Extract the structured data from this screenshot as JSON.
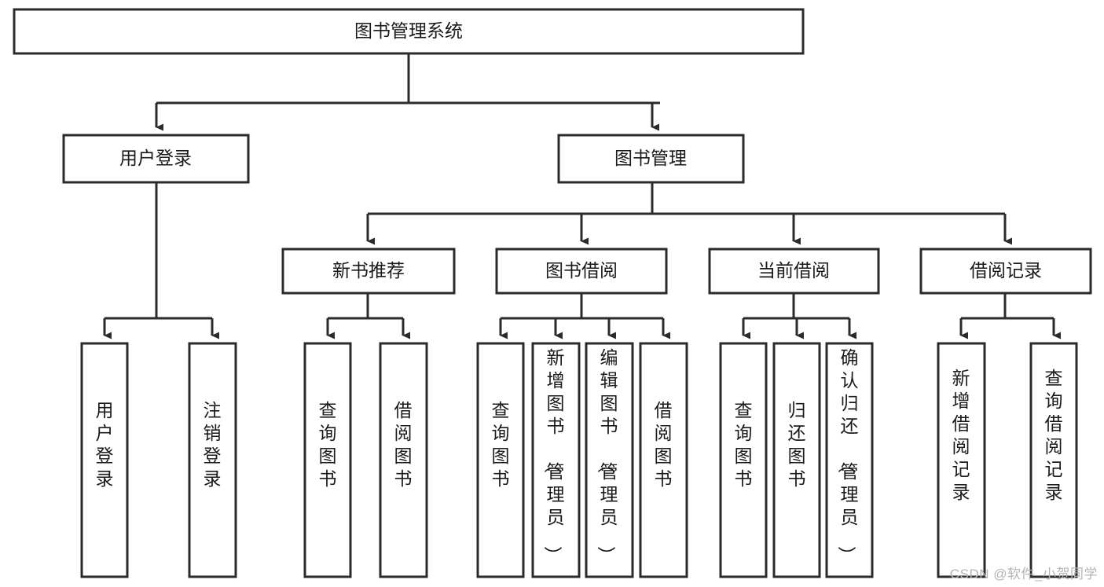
{
  "diagram": {
    "type": "tree-hierarchy",
    "title": "图书管理系统",
    "orientation": "top-down",
    "colors": {
      "box_stroke": "#2b2b2b",
      "box_fill": "#ffffff",
      "connector": "#2b2b2b",
      "text": "#1a1a1a",
      "watermark": "#b4b4b4",
      "background": "#ffffff"
    },
    "levels": {
      "root": {
        "label": "图书管理系统",
        "orientation": "horizontal"
      },
      "level2": [
        {
          "id": "user-login",
          "label": "用户登录",
          "orientation": "horizontal"
        },
        {
          "id": "book-management",
          "label": "图书管理",
          "orientation": "horizontal"
        }
      ],
      "level3": [
        {
          "id": "new-book-recommend",
          "label": "新书推荐",
          "orientation": "horizontal",
          "parent": "book-management"
        },
        {
          "id": "book-borrow",
          "label": "图书借阅",
          "orientation": "horizontal",
          "parent": "book-management"
        },
        {
          "id": "current-borrow",
          "label": "当前借阅",
          "orientation": "horizontal",
          "parent": "book-management"
        },
        {
          "id": "borrow-record",
          "label": "借阅记录",
          "orientation": "horizontal",
          "parent": "book-management"
        }
      ],
      "leaves": [
        {
          "id": "leaf-user-login",
          "label": "用户登录",
          "orientation": "vertical",
          "parent": "user-login"
        },
        {
          "id": "leaf-user-logout",
          "label": "注销登录",
          "orientation": "vertical",
          "parent": "user-login"
        },
        {
          "id": "leaf-query-book-1",
          "label": "查询图书",
          "orientation": "vertical",
          "parent": "new-book-recommend"
        },
        {
          "id": "leaf-borrow-book-1",
          "label": "借阅图书",
          "orientation": "vertical",
          "parent": "new-book-recommend"
        },
        {
          "id": "leaf-query-book-2",
          "label": "查询图书",
          "orientation": "vertical",
          "parent": "book-borrow"
        },
        {
          "id": "leaf-add-book",
          "label": "新增图书（管理员）",
          "orientation": "vertical",
          "parent": "book-borrow"
        },
        {
          "id": "leaf-edit-book",
          "label": "编辑图书（管理员）",
          "orientation": "vertical",
          "parent": "book-borrow"
        },
        {
          "id": "leaf-borrow-book-2",
          "label": "借阅图书",
          "orientation": "vertical",
          "parent": "book-borrow"
        },
        {
          "id": "leaf-query-book-3",
          "label": "查询图书",
          "orientation": "vertical",
          "parent": "current-borrow"
        },
        {
          "id": "leaf-return-book",
          "label": "归还图书",
          "orientation": "vertical",
          "parent": "current-borrow"
        },
        {
          "id": "leaf-confirm-return",
          "label": "确认归还（管理员）",
          "orientation": "vertical",
          "parent": "current-borrow"
        },
        {
          "id": "leaf-add-record",
          "label": "新增借阅记录",
          "orientation": "vertical",
          "parent": "borrow-record"
        },
        {
          "id": "leaf-query-record",
          "label": "查询借阅记录",
          "orientation": "vertical",
          "parent": "borrow-record"
        }
      ]
    }
  },
  "watermark": {
    "text": "CSDN @软件_小贺同学"
  }
}
